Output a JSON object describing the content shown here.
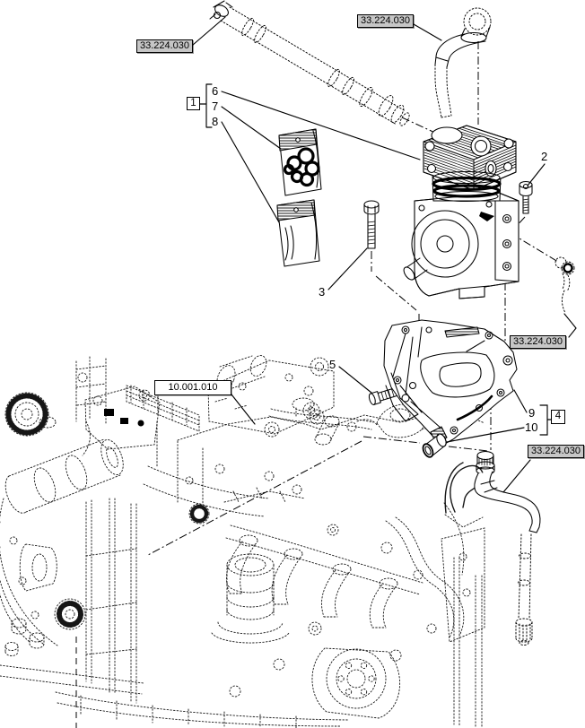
{
  "diagram": {
    "ref_links": {
      "top_left_hose": "33.224.030",
      "top_pipe": "33.224.030",
      "right_sensor": "33.224.030",
      "bottom_hose": "33.224.030",
      "engine": "10.001.010"
    },
    "callouts": {
      "kit_box_1": "1",
      "bolt_2": "2",
      "bolt_3": "3",
      "kit_box_4": "4",
      "bolt_5": "5",
      "item_6": "6",
      "item_7": "7",
      "item_8": "8",
      "item_9": "9",
      "item_10": "10"
    },
    "colors": {
      "background": "#ffffff",
      "line": "#000000",
      "ref_link_fill": "#c6c6c6",
      "callout_box_fill": "#ffffff"
    }
  }
}
